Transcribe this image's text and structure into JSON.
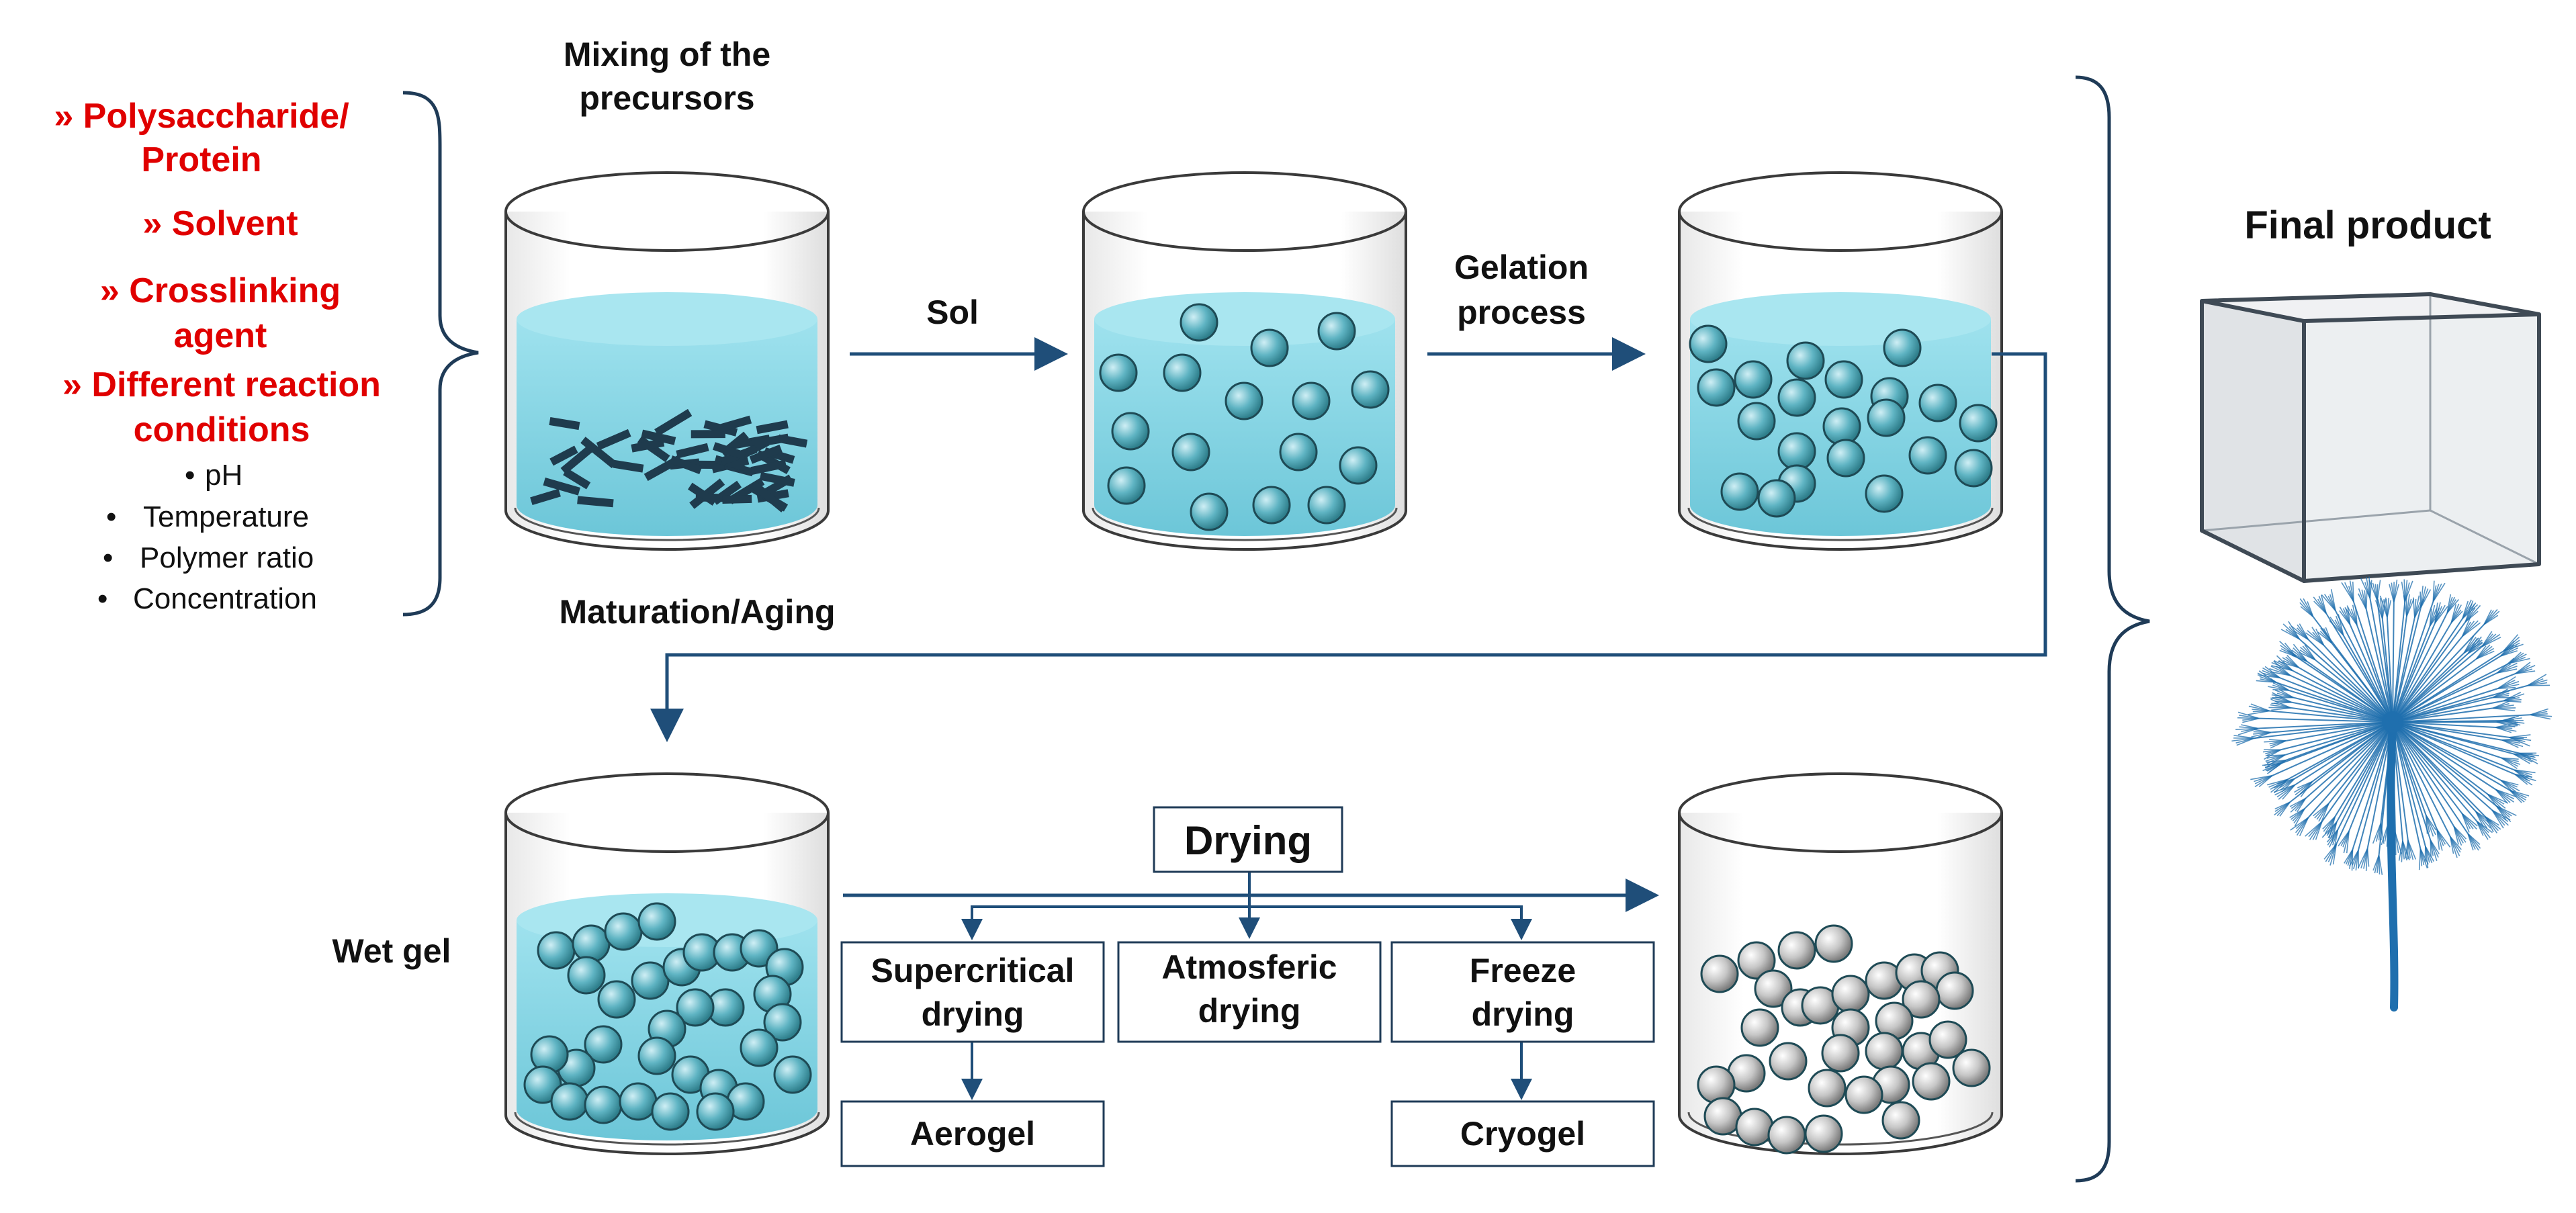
{
  "inputs": {
    "items": [
      "» Polysaccharide/",
      "Protein",
      "» Solvent",
      "» Crosslinking",
      "agent",
      "» Different reaction",
      "conditions"
    ],
    "conditions": [
      "pH",
      "Temperature",
      "Polymer ratio",
      "Concentration"
    ]
  },
  "labels": {
    "mixing": [
      "Mixing of the",
      "precursors"
    ],
    "sol": "Sol",
    "gelation": [
      "Gelation",
      "process"
    ],
    "maturation": "Maturation/Aging",
    "wet_gel": "Wet gel",
    "final_product": "Final product"
  },
  "drying": {
    "title": "Drying",
    "methods": [
      [
        "Supercritical",
        "drying"
      ],
      [
        "Atmosferic",
        "drying"
      ],
      [
        "Freeze",
        "drying"
      ]
    ],
    "products": [
      "Aerogel",
      "Cryogel"
    ]
  },
  "colors": {
    "liquid": "#7fd3e3",
    "particle": "#5fb4c3",
    "arrow": "#1f4e79",
    "accent_red": "#e00000",
    "dandelion": "#1f6fae"
  }
}
